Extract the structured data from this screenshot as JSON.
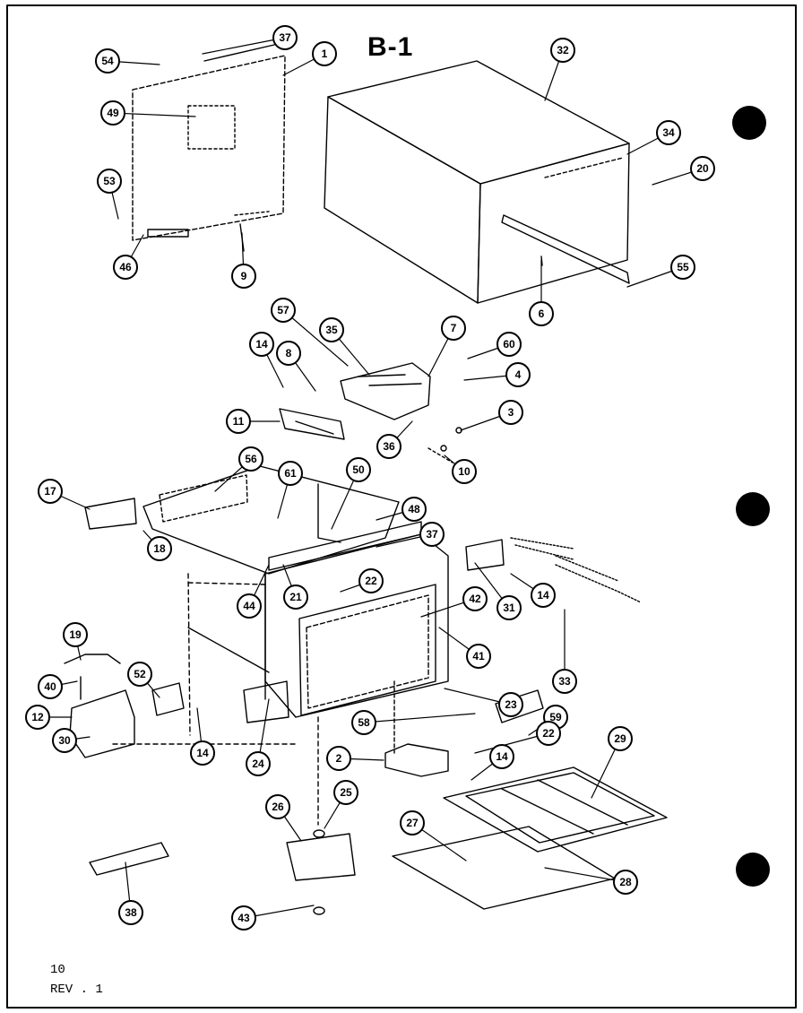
{
  "title": "B-1",
  "footer": {
    "page_number": "10",
    "revision": "REV . 1"
  },
  "callouts": [
    "37",
    "54",
    "1",
    "32",
    "49",
    "34",
    "20",
    "53",
    "46",
    "9",
    "55",
    "6",
    "57",
    "35",
    "7",
    "14",
    "8",
    "60",
    "4",
    "3",
    "11",
    "36",
    "10",
    "56",
    "61",
    "50",
    "17",
    "48",
    "18",
    "37",
    "44",
    "21",
    "22",
    "42",
    "31",
    "14",
    "19",
    "52",
    "41",
    "33",
    "40",
    "12",
    "30",
    "14",
    "24",
    "23",
    "58",
    "59",
    "22",
    "2",
    "14",
    "29",
    "26",
    "25",
    "27",
    "38",
    "28",
    "43"
  ]
}
